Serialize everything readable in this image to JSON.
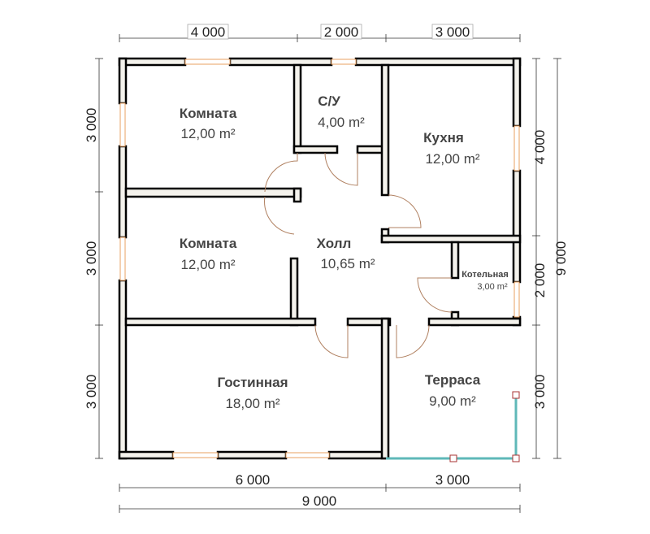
{
  "plan": {
    "dimensions": {
      "top": [
        "4 000",
        "2 000",
        "3 000"
      ],
      "left": [
        "3 000",
        "3 000",
        "3 000"
      ],
      "right_inner": [
        "4 000",
        "2 000",
        "3 000"
      ],
      "right_total": "9 000",
      "bottom": [
        "6 000",
        "3 000"
      ],
      "bottom_total": "9 000"
    },
    "rooms": [
      {
        "name": "Комната",
        "area": "12,00 m²"
      },
      {
        "name": "С/У",
        "area": "4,00 m²"
      },
      {
        "name": "Кухня",
        "area": "12,00 m²"
      },
      {
        "name": "Комната",
        "area": "12,00 m²"
      },
      {
        "name": "Холл",
        "area": "10,65 m²"
      },
      {
        "name": "Котельная",
        "area": "3,00 m²"
      },
      {
        "name": "Гостинная",
        "area": "18,00 m²"
      },
      {
        "name": "Терраса",
        "area": "9,00 m²"
      }
    ],
    "colors": {
      "wall": "#000000",
      "window": "#e8a060",
      "railing": "#5fb8b8"
    }
  }
}
